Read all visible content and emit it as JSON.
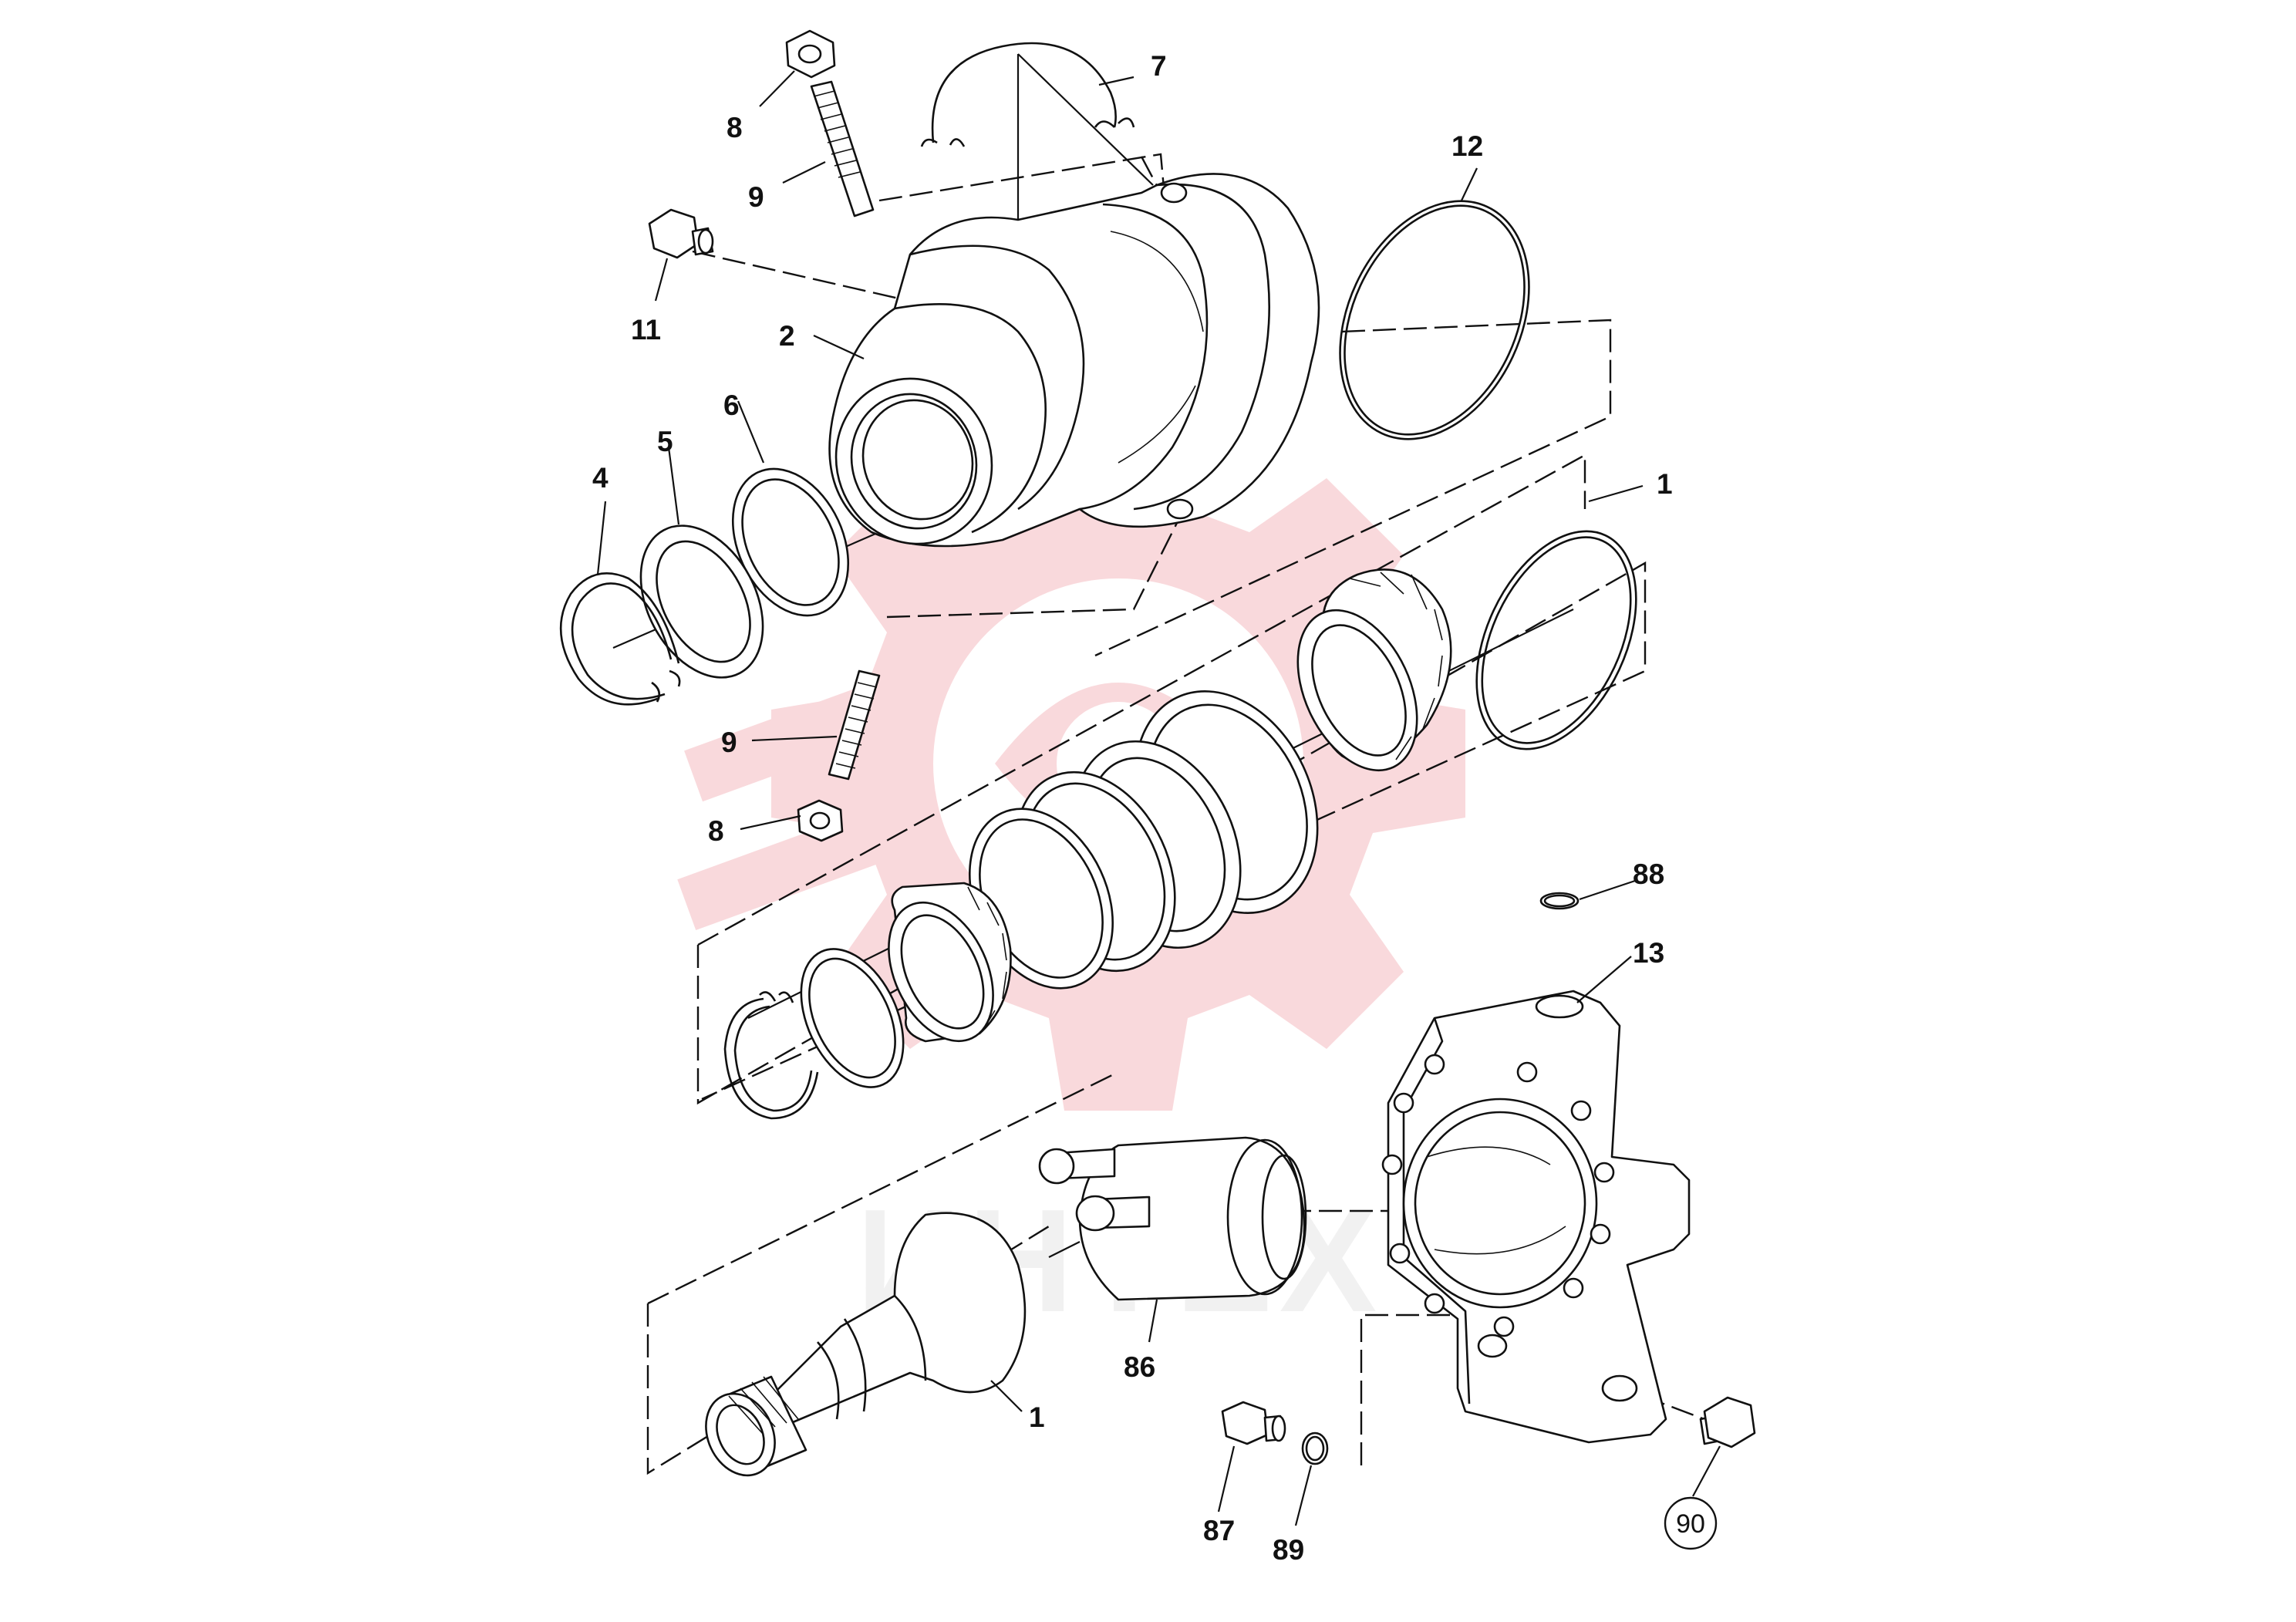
{
  "watermark": {
    "text": "ИНТЕХ",
    "color": "#f3b3b8"
  },
  "callouts": [
    {
      "id": "c-8-top",
      "label": "8"
    },
    {
      "id": "c-9-top",
      "label": "9"
    },
    {
      "id": "c-7",
      "label": "7"
    },
    {
      "id": "c-12",
      "label": "12"
    },
    {
      "id": "c-11",
      "label": "11"
    },
    {
      "id": "c-2",
      "label": "2"
    },
    {
      "id": "c-6",
      "label": "6"
    },
    {
      "id": "c-5",
      "label": "5"
    },
    {
      "id": "c-4",
      "label": "4"
    },
    {
      "id": "c-1-top",
      "label": "1"
    },
    {
      "id": "c-9-bot",
      "label": "9"
    },
    {
      "id": "c-8-bot",
      "label": "8"
    },
    {
      "id": "c-88",
      "label": "88"
    },
    {
      "id": "c-13",
      "label": "13"
    },
    {
      "id": "c-86",
      "label": "86"
    },
    {
      "id": "c-1-bot",
      "label": "1"
    },
    {
      "id": "c-87",
      "label": "87"
    },
    {
      "id": "c-89",
      "label": "89"
    },
    {
      "id": "c-90",
      "label": "90",
      "circled": true
    }
  ]
}
